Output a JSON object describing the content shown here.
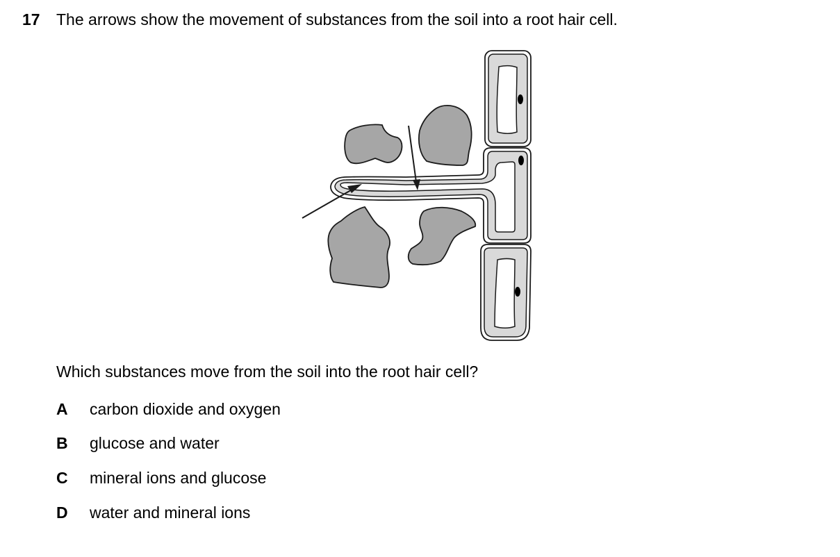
{
  "question": {
    "number": "17",
    "stem": "The arrows show the movement of substances from the soil into a root hair cell.",
    "prompt": "Which substances move from the soil into the root hair cell?",
    "options": [
      {
        "letter": "A",
        "text": "carbon dioxide and oxygen"
      },
      {
        "letter": "B",
        "text": "glucose and water"
      },
      {
        "letter": "C",
        "text": "mineral ions and glucose"
      },
      {
        "letter": "D",
        "text": "water and mineral ions"
      }
    ]
  },
  "diagram": {
    "soil_particle_color": "#a6a6a6",
    "cell_wall_color": "#ffffff",
    "cytoplasm_color": "#d9d9d9",
    "vacuole_color": "#ffffff",
    "nucleus_color": "#000000",
    "line_color": "#1a1a1a"
  }
}
